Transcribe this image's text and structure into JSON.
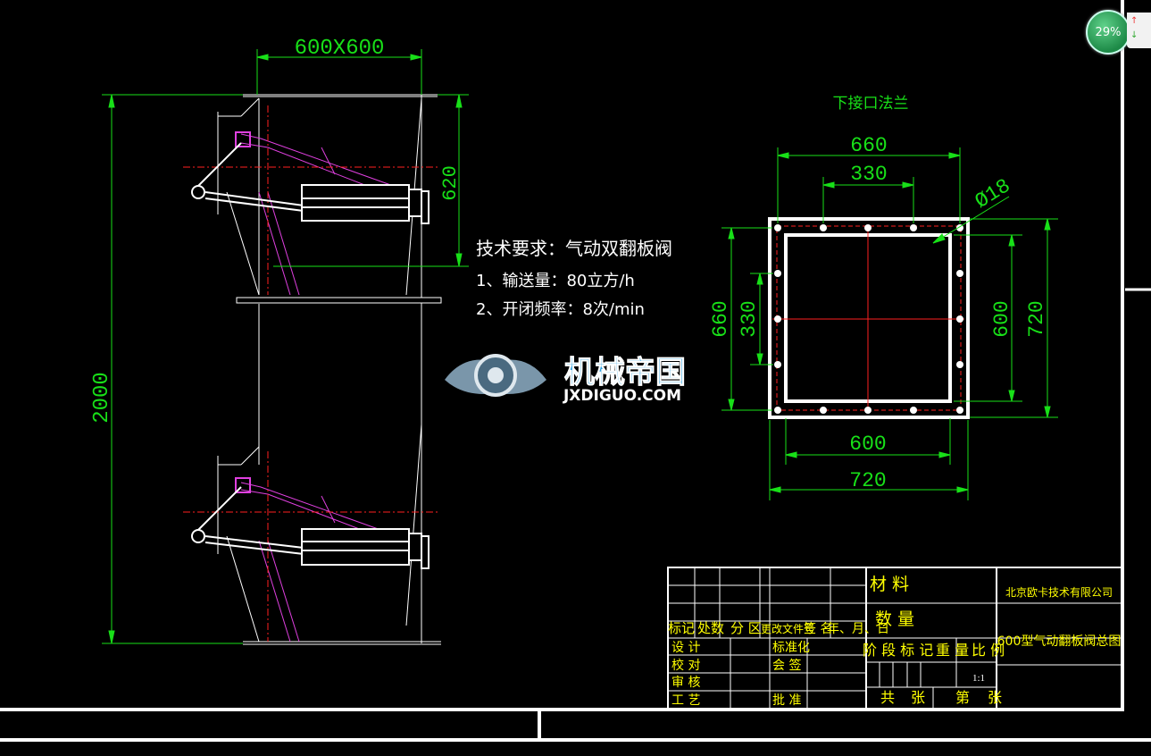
{
  "colors": {
    "background": "#000000",
    "dimension": "#18e018",
    "outline": "#ffffff",
    "cylinder_part": "#e040e0",
    "center_line": "#ff2020",
    "title_text": "#ffff00",
    "logo_blue": "#2a9fe0"
  },
  "zoom_badge": {
    "value": "29%"
  },
  "top_width_dim": "600X600",
  "height_dim": "2000",
  "height_620": "620",
  "tech": {
    "heading": "技术要求：气动双翻板阀",
    "line1": "1、输送量：80立方/h",
    "line2": "2、开闭频率：8次/min"
  },
  "watermark": {
    "cn": "机械帝国",
    "en": "JXDIGUO.COM"
  },
  "flange": {
    "title": "下接口法兰",
    "dim_660_top": "660",
    "dim_330_top": "330",
    "hole_dim": "Ø18",
    "dim_660_left": "660",
    "dim_330_left": "330",
    "dim_600_right": "600",
    "dim_720_right": "720",
    "dim_600_bottom": "600",
    "dim_720_bottom": "720"
  },
  "title_block": {
    "material_label": "材 料",
    "quantity_label": "数 量",
    "company": "北京欧卡技术有限公司",
    "drawing_name": "600型气动翻板阀总图",
    "header_row": [
      "标记",
      "处数",
      "分 区",
      "更改文件号",
      "签 名",
      "年、月、日"
    ],
    "design": "设 计",
    "standard": "标准化",
    "check": "校 对",
    "countersign": "会 签",
    "review": "审 核",
    "process": "工 艺",
    "approve": "批 准",
    "stage_label": "阶 段 标 记",
    "weight_label": "重 量",
    "scale_label": "比 例",
    "scale_value": "1:1",
    "total_label": "共",
    "sheet_label": "张",
    "page_label": "第",
    "page_sheet_label": "张"
  }
}
